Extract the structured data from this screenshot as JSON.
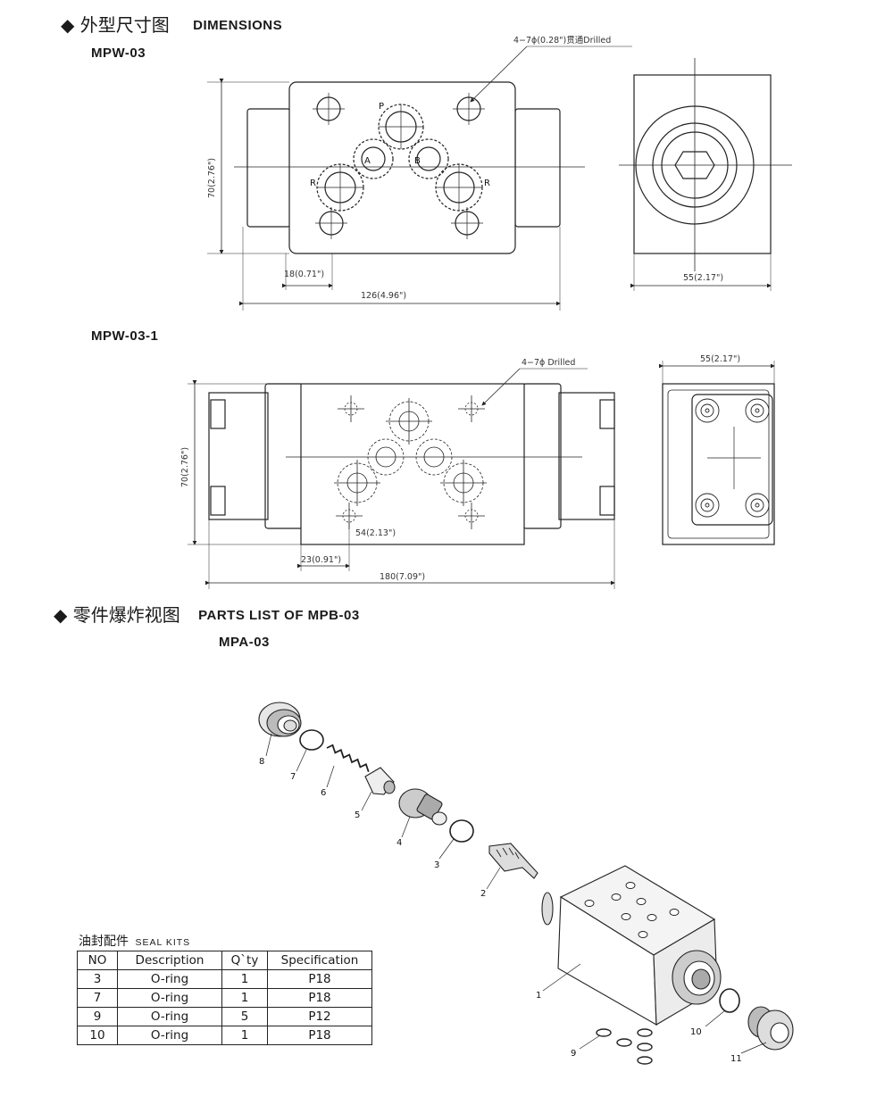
{
  "sections": {
    "dimensions": {
      "cn": "外型尺寸图",
      "en": "DIMENSIONS"
    },
    "parts": {
      "cn": "零件爆炸视图",
      "en": "PARTS LIST OF MPB-03"
    }
  },
  "models": {
    "m1": "MPW-03",
    "m2": "MPW-03-1",
    "m3": "MPA-03"
  },
  "drawing1": {
    "note": "4−7ϕ(0.28\")贯通Drilled",
    "port_p": "P",
    "port_a": "A",
    "port_b": "B",
    "port_r_left": "R",
    "port_r_right": "R",
    "height": "70(2.76\")",
    "offset": "18(0.71\")",
    "length": "126(4.96\")",
    "side_width": "55(2.17\")"
  },
  "drawing2": {
    "note": "4−7ϕ Drilled",
    "side_width": "55(2.17\")",
    "height": "70(2.76\")",
    "inner": "54(2.13\")",
    "offset": "23(0.91\")",
    "length": "180(7.09\")"
  },
  "exploded": {
    "callouts": [
      "1",
      "2",
      "3",
      "4",
      "5",
      "6",
      "7",
      "8",
      "9",
      "10",
      "11"
    ]
  },
  "seal_kits": {
    "title_cn": "油封配件",
    "title_en": "SEAL KITS",
    "headers": [
      "NO",
      "Description",
      "Q`ty",
      "Specification"
    ],
    "rows": [
      [
        "3",
        "O-ring",
        "1",
        "P18"
      ],
      [
        "7",
        "O-ring",
        "1",
        "P18"
      ],
      [
        "9",
        "O-ring",
        "5",
        "P12"
      ],
      [
        "10",
        "O-ring",
        "1",
        "P18"
      ]
    ]
  }
}
